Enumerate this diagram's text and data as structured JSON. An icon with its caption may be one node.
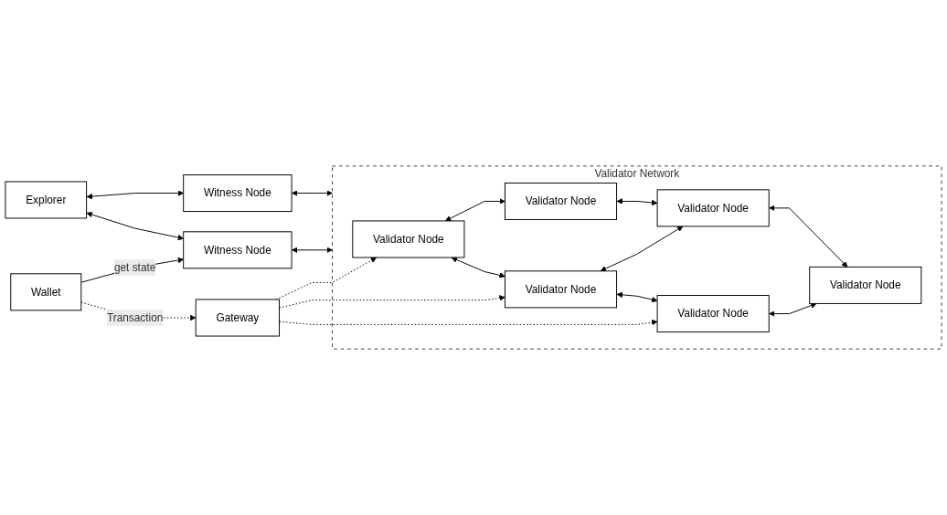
{
  "diagram": {
    "nodes": [
      {
        "text": [
          "Explorer"
        ]
      },
      {
        "text": [
          "Witness Node"
        ]
      },
      {
        "text": [
          "Witness Node"
        ]
      },
      {
        "text": [
          "Wallet"
        ]
      },
      {
        "text": [
          "Gateway"
        ]
      },
      {
        "text": [
          "Validator Network"
        ]
      },
      {
        "text": [
          "Validator Node"
        ],
        "in": 5
      },
      {
        "text": [
          "Validator Node"
        ],
        "in": 5
      },
      {
        "text": [
          "Validator Node"
        ],
        "in": 5
      },
      {
        "text": [
          "Validator Node"
        ],
        "in": 5
      },
      {
        "text": [
          "Validator Node"
        ],
        "in": 5
      },
      {
        "text": [
          "Validator Node"
        ],
        "in": 5
      }
    ],
    "edges": [
      {
        "from": 0,
        "to": 1,
        "arrow": "both"
      },
      {
        "from": 0,
        "to": 2,
        "arrow": "both"
      },
      {
        "from": 3,
        "to": 2,
        "arrow": "to",
        "label": "get state"
      },
      {
        "from": 1,
        "to": 5,
        "arrow": "both"
      },
      {
        "from": 2,
        "to": 5,
        "arrow": "both"
      },
      {
        "from": 3,
        "to": 4,
        "arrow": "to",
        "label": "Transaction",
        "style": "dashed"
      },
      {
        "from": 4,
        "to": 6,
        "arrow": "to",
        "style": "dashed"
      },
      {
        "from": 4,
        "to": 8,
        "arrow": "to",
        "style": "dashed"
      },
      {
        "from": 4,
        "to": 10,
        "arrow": "to",
        "style": "dashed"
      },
      {
        "from": 6,
        "to": 7,
        "arrow": "both"
      },
      {
        "from": 6,
        "to": 8,
        "arrow": "both"
      },
      {
        "from": 7,
        "to": 9,
        "arrow": "both"
      },
      {
        "from": 8,
        "to": 9,
        "arrow": "both"
      },
      {
        "from": 8,
        "to": 10,
        "arrow": "both"
      },
      {
        "from": 9,
        "to": 11,
        "arrow": "both"
      },
      {
        "from": 10,
        "to": 11,
        "arrow": "both"
      }
    ]
  }
}
